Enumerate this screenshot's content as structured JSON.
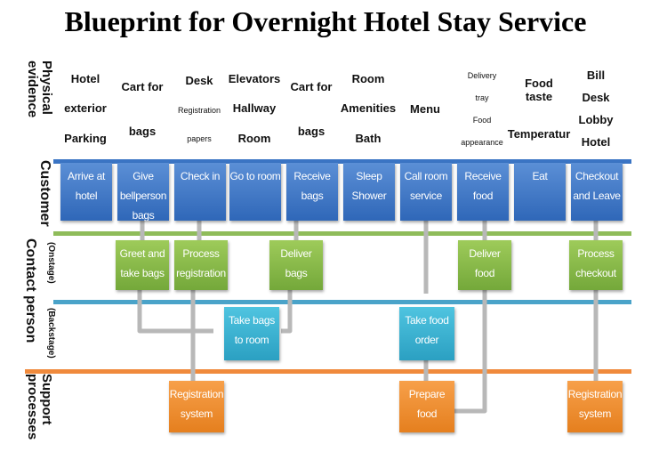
{
  "title": "Blueprint for Overnight Hotel Stay Service",
  "lanes": {
    "physical": "Physical evidence",
    "customer": "Customer",
    "contact": "Contact person",
    "onstage": "(Onstage)",
    "backstage": "(Backstage)",
    "support": "Support processes"
  },
  "colors": {
    "customer": "#3a74c4",
    "onstage": "#86b847",
    "backstage": "#3bb2d3",
    "support": "#ef8b2c",
    "line_green": "#8fbc5a",
    "line_blue": "#4aa3c9",
    "line_orange": "#f08a3c",
    "arrow": "#b8b8b8"
  },
  "evidence": [
    [
      "Hotel",
      "exterior",
      "Parking"
    ],
    [
      "Cart for",
      "bags"
    ],
    [
      "Desk",
      "Registration",
      "papers"
    ],
    [
      "Elevators",
      "Hallway",
      "Room"
    ],
    [
      "Cart for",
      "bags"
    ],
    [
      "Room",
      "Amenities",
      "Bath"
    ],
    [
      "Menu"
    ],
    [
      "Delivery",
      "tray",
      "Food",
      "appearance"
    ],
    [
      "Food taste",
      "Temperatur"
    ],
    [
      "Bill",
      "Desk",
      "Lobby",
      "Hotel"
    ]
  ],
  "customer": [
    "Arrive at hotel",
    "Give bellperson bags",
    "Check in",
    "Go to room",
    "Receive bags",
    "Sleep Shower",
    "Call room service",
    "Receive food",
    "Eat",
    "Checkout and Leave"
  ],
  "onstage": [
    "Greet and take bags",
    "Process registration",
    "Deliver bags",
    "Deliver food",
    "Process checkout"
  ],
  "backstage": [
    "Take bags to room",
    "Take food order"
  ],
  "support": [
    "Registration system",
    "Prepare food",
    "Registration system"
  ]
}
